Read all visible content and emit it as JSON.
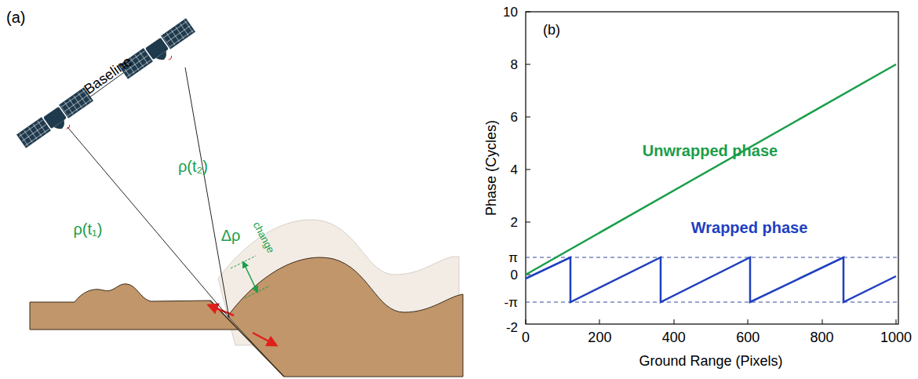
{
  "diagram": {
    "labels": [
      "(a)",
      "Baseline",
      "ρ(t₁)",
      "ρ(t₂)",
      "Δρ",
      "change",
      "(b)",
      "Unwrapped phase",
      "Wrapped phase",
      "Phase (Cycles)",
      "Ground Range (Pixels)",
      "10",
      "8",
      "6",
      "4",
      "2",
      "π",
      "0",
      "-π",
      "-2",
      "0",
      "200",
      "400",
      "600",
      "800",
      "1000"
    ]
  }
}
